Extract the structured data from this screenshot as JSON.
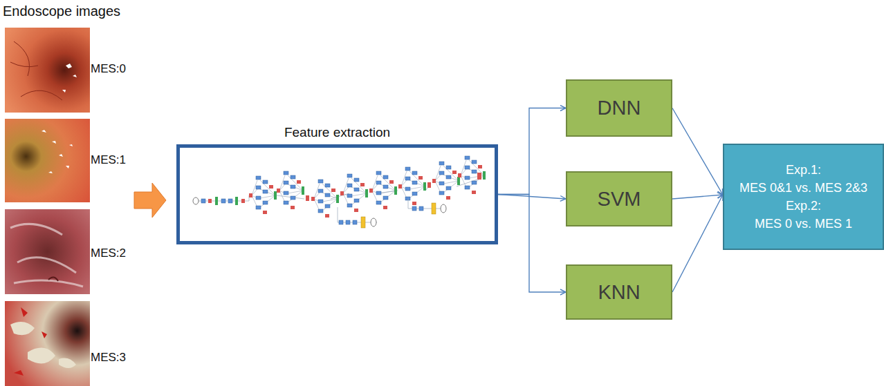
{
  "diagram": {
    "nodes": [
      {
        "text": [
          "Feature extraction"
        ]
      },
      {
        "text": [
          "DNN"
        ]
      },
      {
        "text": [
          "SVM"
        ]
      },
      {
        "text": [
          "KNN"
        ]
      },
      {
        "text": [
          "Exp.1:",
          "MES 0&1 vs. MES 2&3",
          "Exp.2:",
          "MES 0 vs. MES 1"
        ]
      }
    ],
    "edges": [
      {
        "from": 0,
        "to": 1,
        "arrow": "to"
      },
      {
        "from": 0,
        "to": 2,
        "arrow": "to"
      },
      {
        "from": 0,
        "to": 3,
        "arrow": "to"
      },
      {
        "from": 1,
        "to": 4,
        "arrow": "to"
      },
      {
        "from": 2,
        "to": 4,
        "arrow": "to"
      },
      {
        "from": 3,
        "to": 4,
        "arrow": "to"
      }
    ],
    "labels": [
      "Endoscope images",
      "MES:0",
      "MES:1",
      "MES:2",
      "MES:3"
    ]
  }
}
